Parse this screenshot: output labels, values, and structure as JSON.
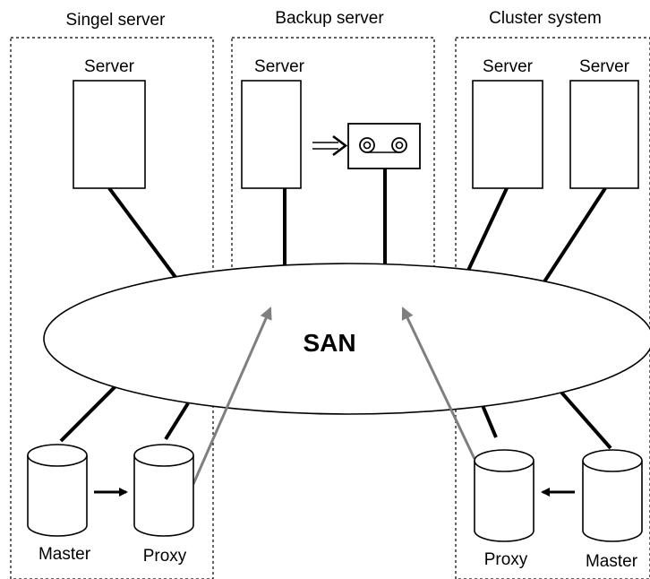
{
  "groups": {
    "single": "Singel server",
    "backup": "Backup server",
    "cluster": "Cluster system"
  },
  "servers": {
    "single": "Server",
    "backup": "Server",
    "cluster_a": "Server",
    "cluster_b": "Server"
  },
  "network": {
    "label": "SAN"
  },
  "storage": {
    "single_master": "Master",
    "single_proxy": "Proxy",
    "cluster_proxy": "Proxy",
    "cluster_master": "Master"
  },
  "icons": {
    "tape_drive": "tape-drive-icon",
    "disk": "cylinder-disk-icon"
  },
  "colors": {
    "line": "#000000",
    "replication_arrow": "#7f7f7f",
    "background": "#ffffff"
  }
}
